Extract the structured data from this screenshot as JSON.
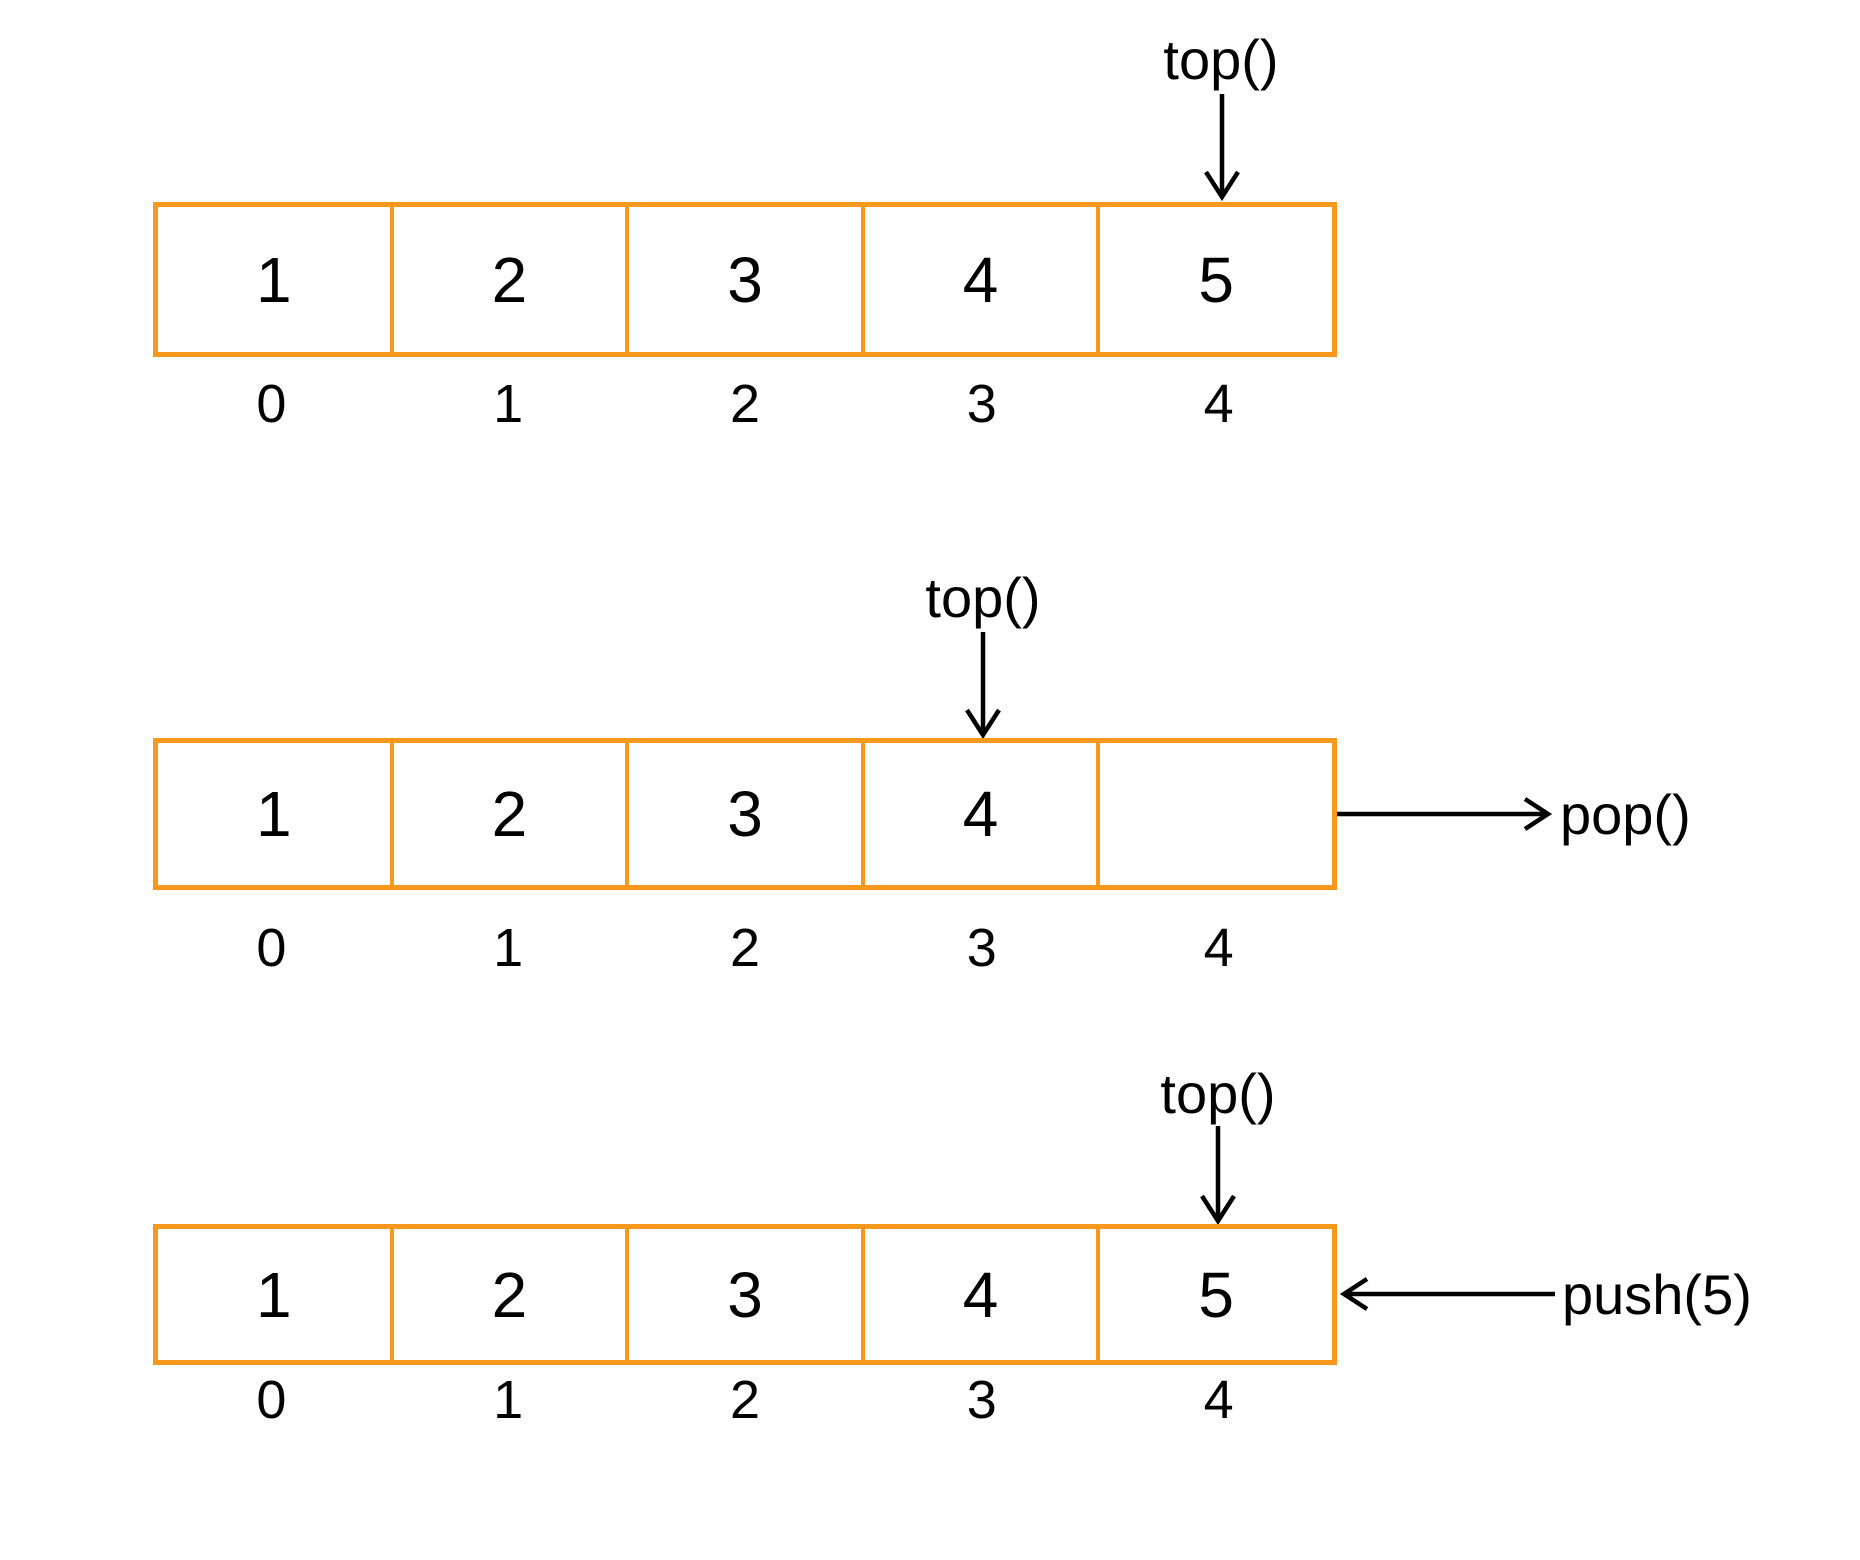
{
  "colors": {
    "border": "#F8991D",
    "text": "#000000",
    "arrow": "#000000",
    "background": "#FFFFFF"
  },
  "rows": [
    {
      "pointer_label": "top()",
      "pointer_index": 4,
      "cells": [
        "1",
        "2",
        "3",
        "4",
        "5"
      ],
      "indices": [
        "0",
        "1",
        "2",
        "3",
        "4"
      ]
    },
    {
      "pointer_label": "top()",
      "pointer_index": 3,
      "cells": [
        "1",
        "2",
        "3",
        "4",
        ""
      ],
      "indices": [
        "0",
        "1",
        "2",
        "3",
        "4"
      ],
      "side_label": "pop()",
      "side_arrow_direction": "right"
    },
    {
      "pointer_label": "top()",
      "pointer_index": 4,
      "cells": [
        "1",
        "2",
        "3",
        "4",
        "5"
      ],
      "indices": [
        "0",
        "1",
        "2",
        "3",
        "4"
      ],
      "side_label": "push(5)",
      "side_arrow_direction": "left"
    }
  ]
}
